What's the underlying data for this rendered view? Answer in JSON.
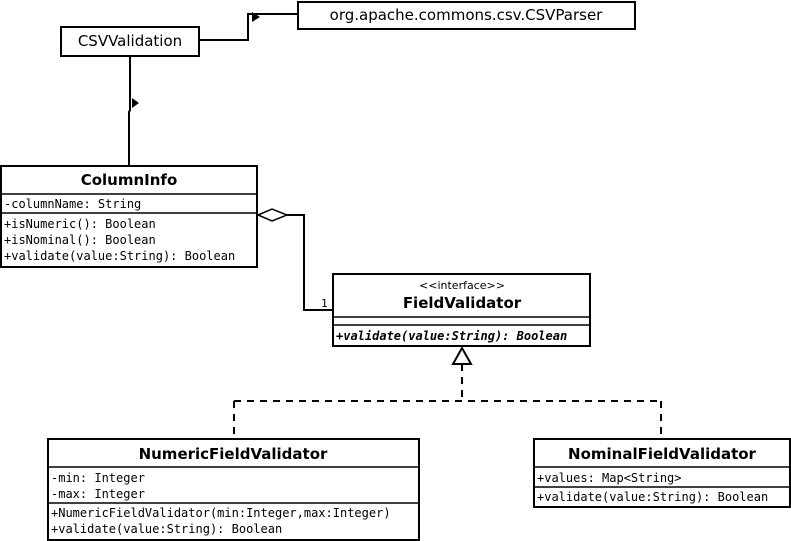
{
  "classes": {
    "csvvalidation": {
      "name": "CSVValidation"
    },
    "csvparser": {
      "name": "org.apache.commons.csv.CSVParser"
    },
    "columninfo": {
      "name": "ColumnInfo",
      "attributes": [
        "-columnName: String"
      ],
      "operations": [
        "+isNumeric(): Boolean",
        "+isNominal(): Boolean",
        "+validate(value:String): Boolean"
      ]
    },
    "fieldvalidator": {
      "stereotype": "<<interface>>",
      "name": "FieldValidator",
      "operations": [
        "+validate(value:String): Boolean"
      ]
    },
    "numericfieldvalidator": {
      "name": "NumericFieldValidator",
      "attributes": [
        "-min: Integer",
        "-max: Integer"
      ],
      "operations": [
        "+NumericFieldValidator(min:Integer,max:Integer)",
        "+validate(value:String): Boolean"
      ]
    },
    "nominalfieldvalidator": {
      "name": "NominalFieldValidator",
      "attributes": [
        "+values: Map<String>"
      ],
      "operations": [
        "+validate(value:String): Boolean"
      ]
    }
  },
  "relations": {
    "aggregation_multiplicity": "1"
  }
}
